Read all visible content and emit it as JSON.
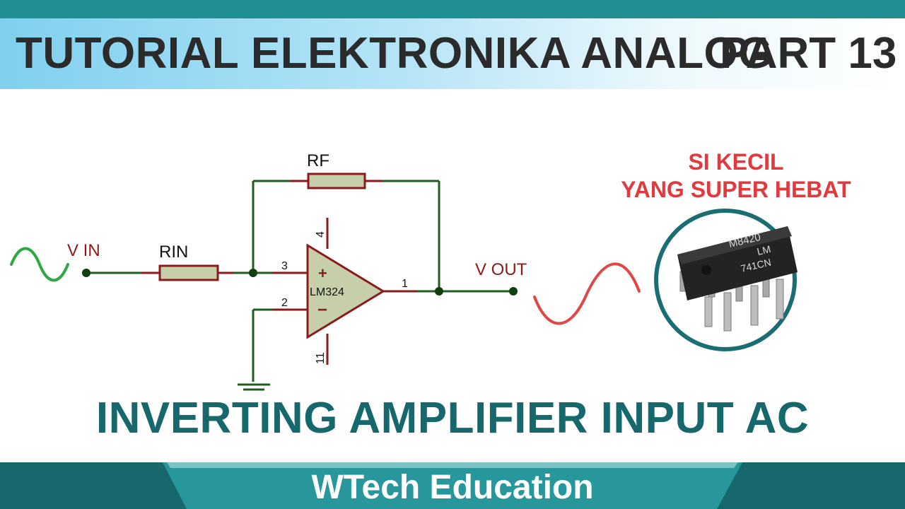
{
  "header": {
    "title": "TUTORIAL ELEKTRONIKA ANALOG",
    "part": "PART 13"
  },
  "circuit": {
    "vin_label": "V IN",
    "rin_label": "RIN",
    "rf_label": "RF",
    "opamp_label": "LM324",
    "plus_sign": "+",
    "minus_sign": "−",
    "pin_plus": "3",
    "pin_minus": "2",
    "pin_out": "1",
    "pin_vcc": "4",
    "pin_vee": "11",
    "vout_label": "V OUT"
  },
  "callout": {
    "line1": "SI KECIL",
    "line2": "YANG SUPER HEBAT"
  },
  "chip": {
    "line1": "M8420",
    "line2": "LM",
    "line3": "741CN"
  },
  "main_heading": "INVERTING AMPLIFIER INPUT AC",
  "footer": "WTech Education",
  "colors": {
    "wire": "#1f5c1f",
    "component": "#8b1a1a",
    "opamp_fill": "#c7cfaa",
    "input_wave": "#2ea844",
    "output_wave": "#e04848",
    "callout_text": "#e0393e",
    "heading": "#16686d",
    "footer_band": "#16686d"
  }
}
